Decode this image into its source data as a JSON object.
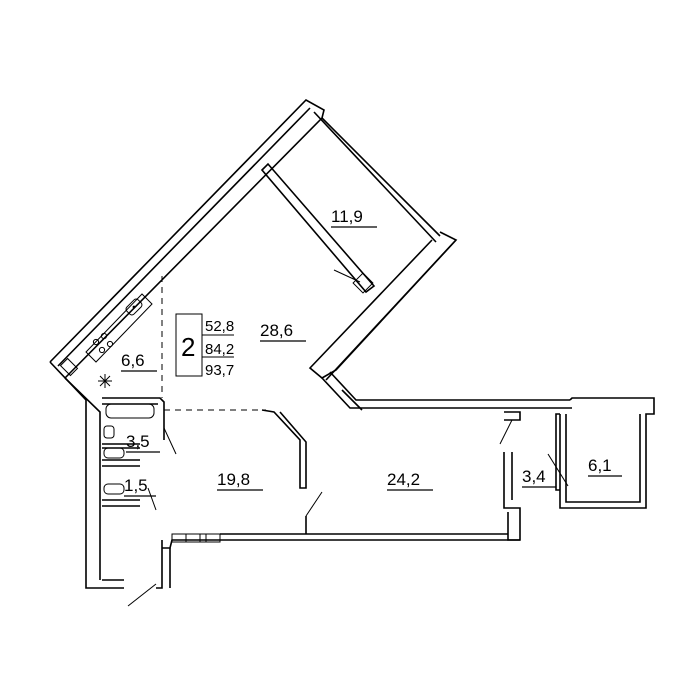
{
  "apartment": {
    "rooms_count": "2",
    "areas": [
      "52,8",
      "84,2",
      "93,7"
    ]
  },
  "rooms": {
    "bedroom": "11,9",
    "living": "28,6",
    "kitchen": "6,6",
    "bathroom": "3,5",
    "wc": "1,5",
    "hall": "19,8",
    "room2": "24,2",
    "storage": "3,4",
    "balcony": "6,1"
  },
  "icons": [
    "sink-icon",
    "stove-icon",
    "fan-icon",
    "bathtub-icon",
    "toilet-icon",
    "washbasin-icon"
  ]
}
